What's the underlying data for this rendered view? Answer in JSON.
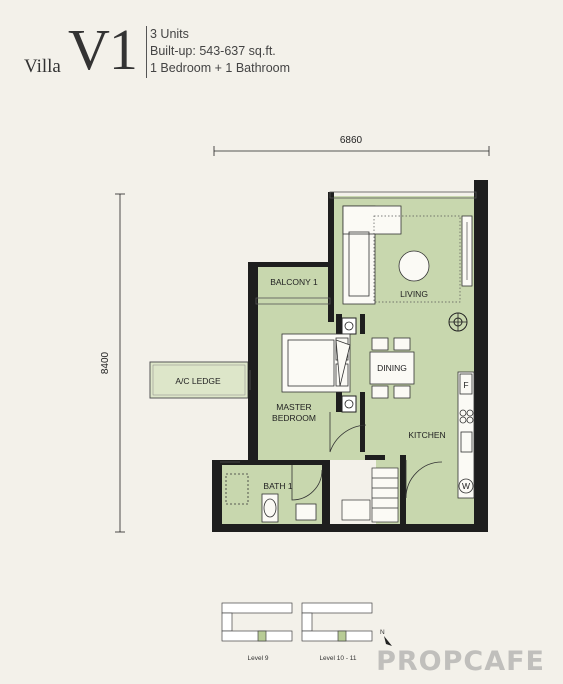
{
  "header": {
    "villa_word": "Villa",
    "unit_code": "V1",
    "units": "3 Units",
    "built_up": "Built-up: 543-637 sq.ft.",
    "rooms": "1 Bedroom + 1 Bathroom"
  },
  "dimensions": {
    "width": "6860",
    "height": "8400"
  },
  "rooms": {
    "balcony": "BALCONY 1",
    "living": "LIVING",
    "ac_ledge": "A/C LEDGE",
    "dining": "DINING",
    "master_bedroom_line1": "MASTER",
    "master_bedroom_line2": "BEDROOM",
    "kitchen": "KITCHEN",
    "bath": "BATH 1"
  },
  "fixtures": {
    "fridge": "F",
    "washer": "W"
  },
  "key_plan": {
    "level_a": "Level 9",
    "level_b": "Level 10 - 11",
    "north": "N"
  },
  "brand": "PROPCAFE",
  "colors": {
    "room_fill": "#c8d7ae",
    "wall": "#1e1e1e",
    "ledge_fill": "#dde6c9"
  }
}
